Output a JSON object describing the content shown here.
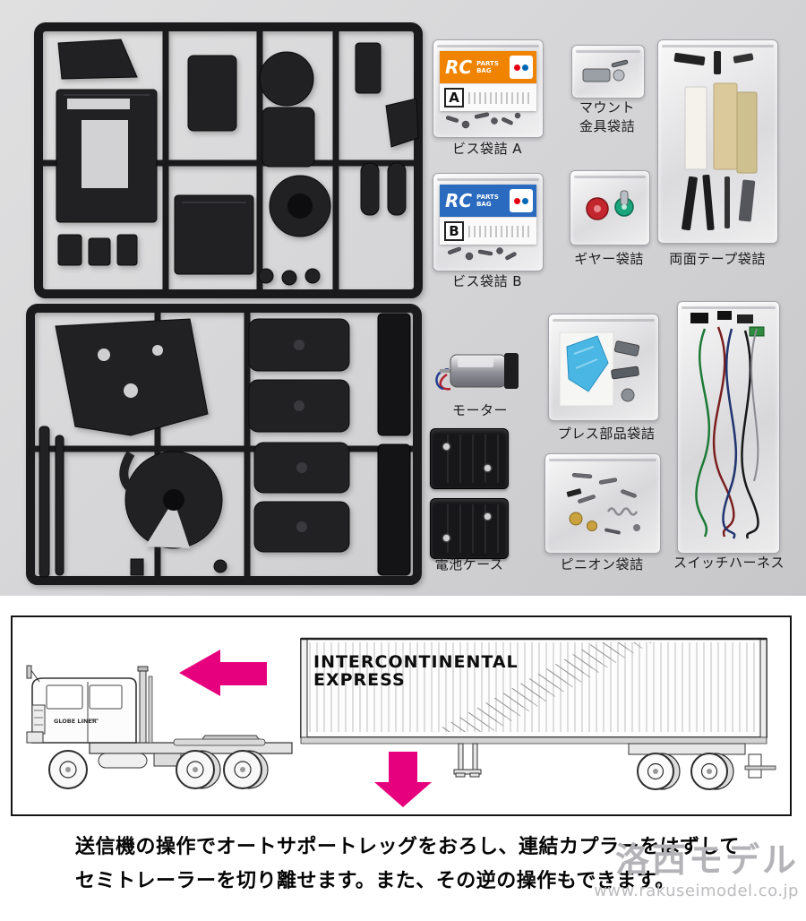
{
  "photo_section": {
    "labels": {
      "bag_a": "ビス袋詰 A",
      "mount_line1": "マウント",
      "mount_line2": "金具袋詰",
      "bag_b": "ビス袋詰 B",
      "gear": "ギヤー袋詰",
      "tape": "両面テープ袋詰",
      "motor": "モーター",
      "press": "プレス部品袋詰",
      "battery": "電池ケース",
      "pinion": "ピニオン袋詰",
      "harness": "スイッチハーネス"
    },
    "rc_bag_label": {
      "rc": "RC",
      "parts": "PARTS",
      "bag": "BAG",
      "letter_a": "A",
      "letter_b": "B"
    }
  },
  "diagram_section": {
    "trailer_line1": "INTERCONTINENTAL",
    "trailer_line2": "EXPRESS",
    "cab_text": "GLOBE LINER",
    "caption_line1": "送信機の操作でオートサポートレッグをおろし、連結カプラーをはずして",
    "caption_line2": "セミトレーラーを切り離せます。また、その逆の操作もできます。"
  },
  "watermark": {
    "name": "洛西モデル",
    "url": "www.rakuseimodel.co.jp"
  },
  "colors": {
    "arrow": "#e6007e",
    "bag_a_label": "#f08300",
    "bag_b_label": "#2a6bbf"
  }
}
